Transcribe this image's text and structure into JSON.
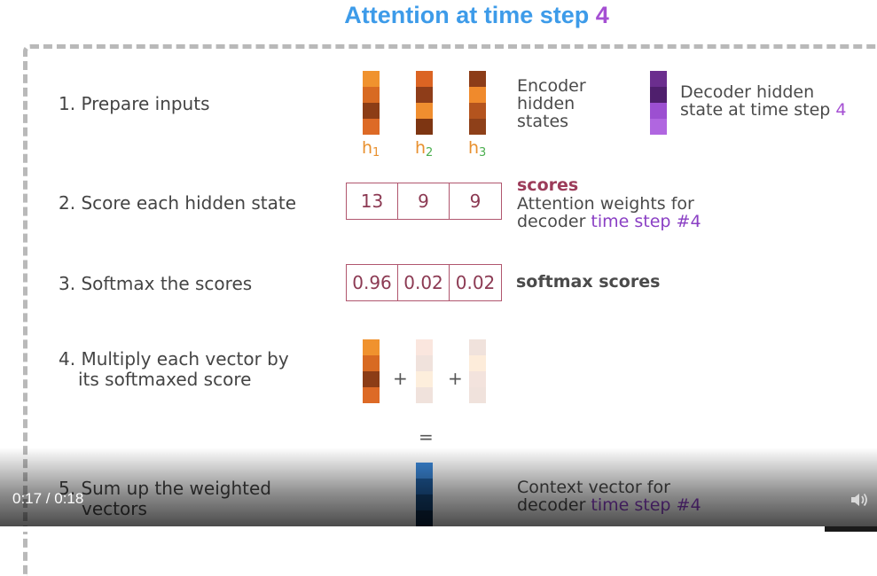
{
  "title": {
    "text": "Attention at time step ",
    "step": "4"
  },
  "steps": [
    {
      "label": "1.  Prepare inputs"
    },
    {
      "label": "2.  Score each hidden state"
    },
    {
      "label": "3.  Softmax the scores"
    },
    {
      "label_line1": "4. Multiply each vector by",
      "label_line2": "its softmaxed score"
    },
    {
      "label_line1": "5. Sum up the weighted",
      "label_line2": "vectors"
    }
  ],
  "encoder": {
    "labels": [
      {
        "h": "h",
        "sub": "1"
      },
      {
        "h": "h",
        "sub": "2"
      },
      {
        "h": "h",
        "sub": "3"
      }
    ],
    "desc": [
      "Encoder",
      "hidden",
      "states"
    ]
  },
  "decoder": {
    "desc_line1": "Decoder hidden",
    "desc_line2": "state at time step ",
    "step": "4"
  },
  "scores": {
    "values": [
      "13",
      "9",
      "9"
    ],
    "title": "scores",
    "desc_line1": "Attention weights for",
    "desc_line2_prefix": "decoder ",
    "desc_line2_highlight": "time step #4"
  },
  "softmax": {
    "values": [
      "0.96",
      "0.02",
      "0.02"
    ],
    "title": "softmax scores"
  },
  "operators": {
    "plus": "+",
    "equals": "="
  },
  "context": {
    "desc_line1": "Context vector for",
    "desc_line2_prefix": "decoder ",
    "desc_line2_highlight": "time step #4"
  },
  "player": {
    "time": "0:17 / 0:18",
    "progress": 0.94
  },
  "colors": {
    "title_blue": "#3d9be9",
    "title_purple": "#a54fd3",
    "score_border": "#b0566e",
    "encoder_orange": "#e8902e"
  }
}
